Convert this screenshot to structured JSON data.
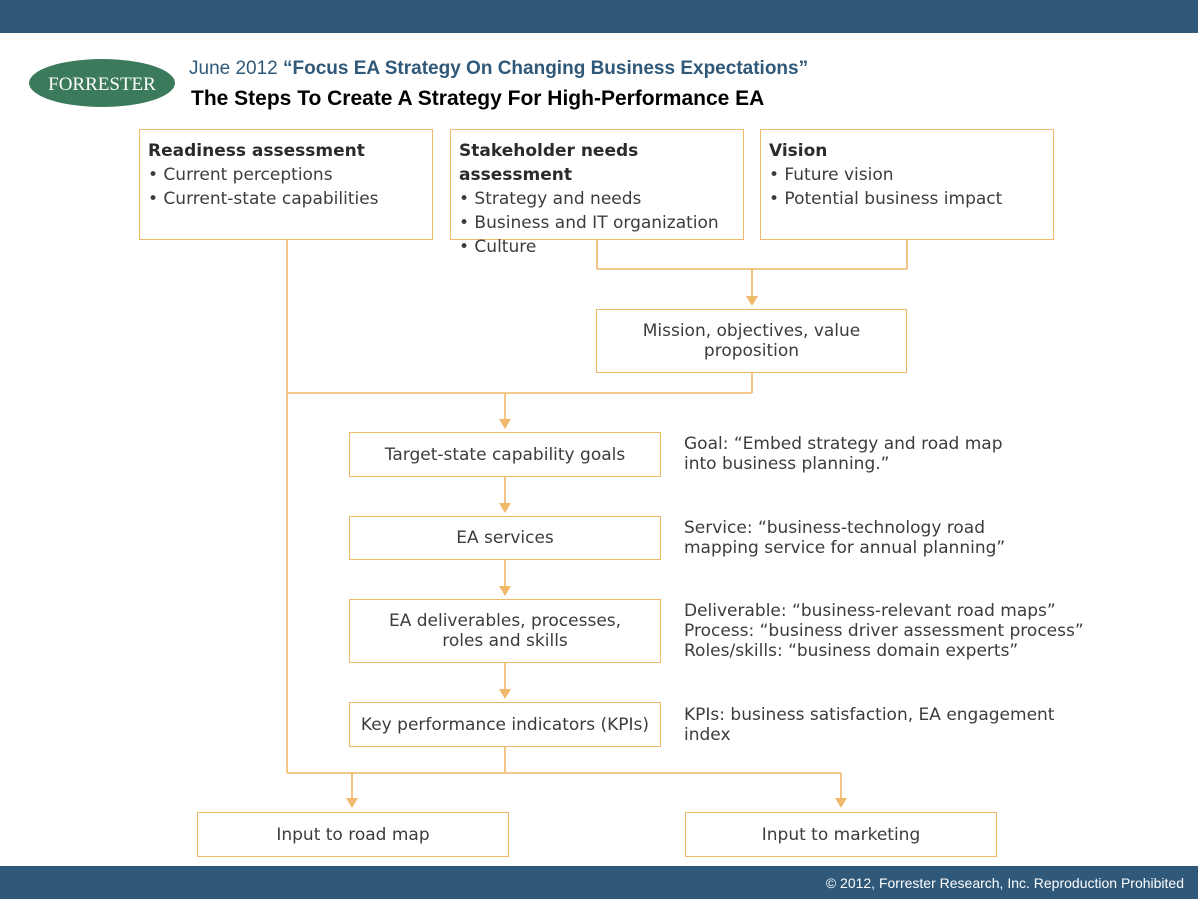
{
  "header": {
    "date": "June 2012",
    "report_title": "“Focus EA Strategy On Changing Business Expectations”",
    "slide_title": "The Steps To Create A Strategy For High-Performance EA",
    "logo_text": "FORRESTER"
  },
  "footer": {
    "copyright": "© 2012, Forrester Research, Inc. Reproduction Prohibited"
  },
  "diagram": {
    "readiness": {
      "title": "Readiness assessment",
      "items": [
        "• Current perceptions",
        "• Current-state capabilities"
      ]
    },
    "stakeholder": {
      "title": "Stakeholder needs assessment",
      "items": [
        "• Strategy and needs",
        "• Business and IT organization",
        "• Culture"
      ]
    },
    "vision": {
      "title": "Vision",
      "items": [
        "• Future vision",
        "• Potential business impact"
      ]
    },
    "mission": {
      "line1": "Mission, objectives, value",
      "line2": "proposition"
    },
    "steps": [
      {
        "label_lines": [
          "Target-state capability goals"
        ],
        "note_lines": [
          "Goal: “Embed strategy and road map",
          "into business planning.”"
        ]
      },
      {
        "label_lines": [
          "EA services"
        ],
        "note_lines": [
          "Service: “business-technology road",
          "mapping service for annual planning”"
        ]
      },
      {
        "label_lines": [
          "EA deliverables, processes,",
          "roles and skills"
        ],
        "note_lines": [
          "Deliverable: “business-relevant road maps”",
          "Process: “business driver assessment process”",
          "Roles/skills: “business domain experts”"
        ]
      },
      {
        "label_lines": [
          "Key performance indicators (KPIs)"
        ],
        "note_lines": [
          "KPIs: business satisfaction, EA engagement",
          "index"
        ]
      }
    ],
    "outputs": [
      "Input to road map",
      "Input to marketing"
    ],
    "line_color": "#f0b86a"
  }
}
